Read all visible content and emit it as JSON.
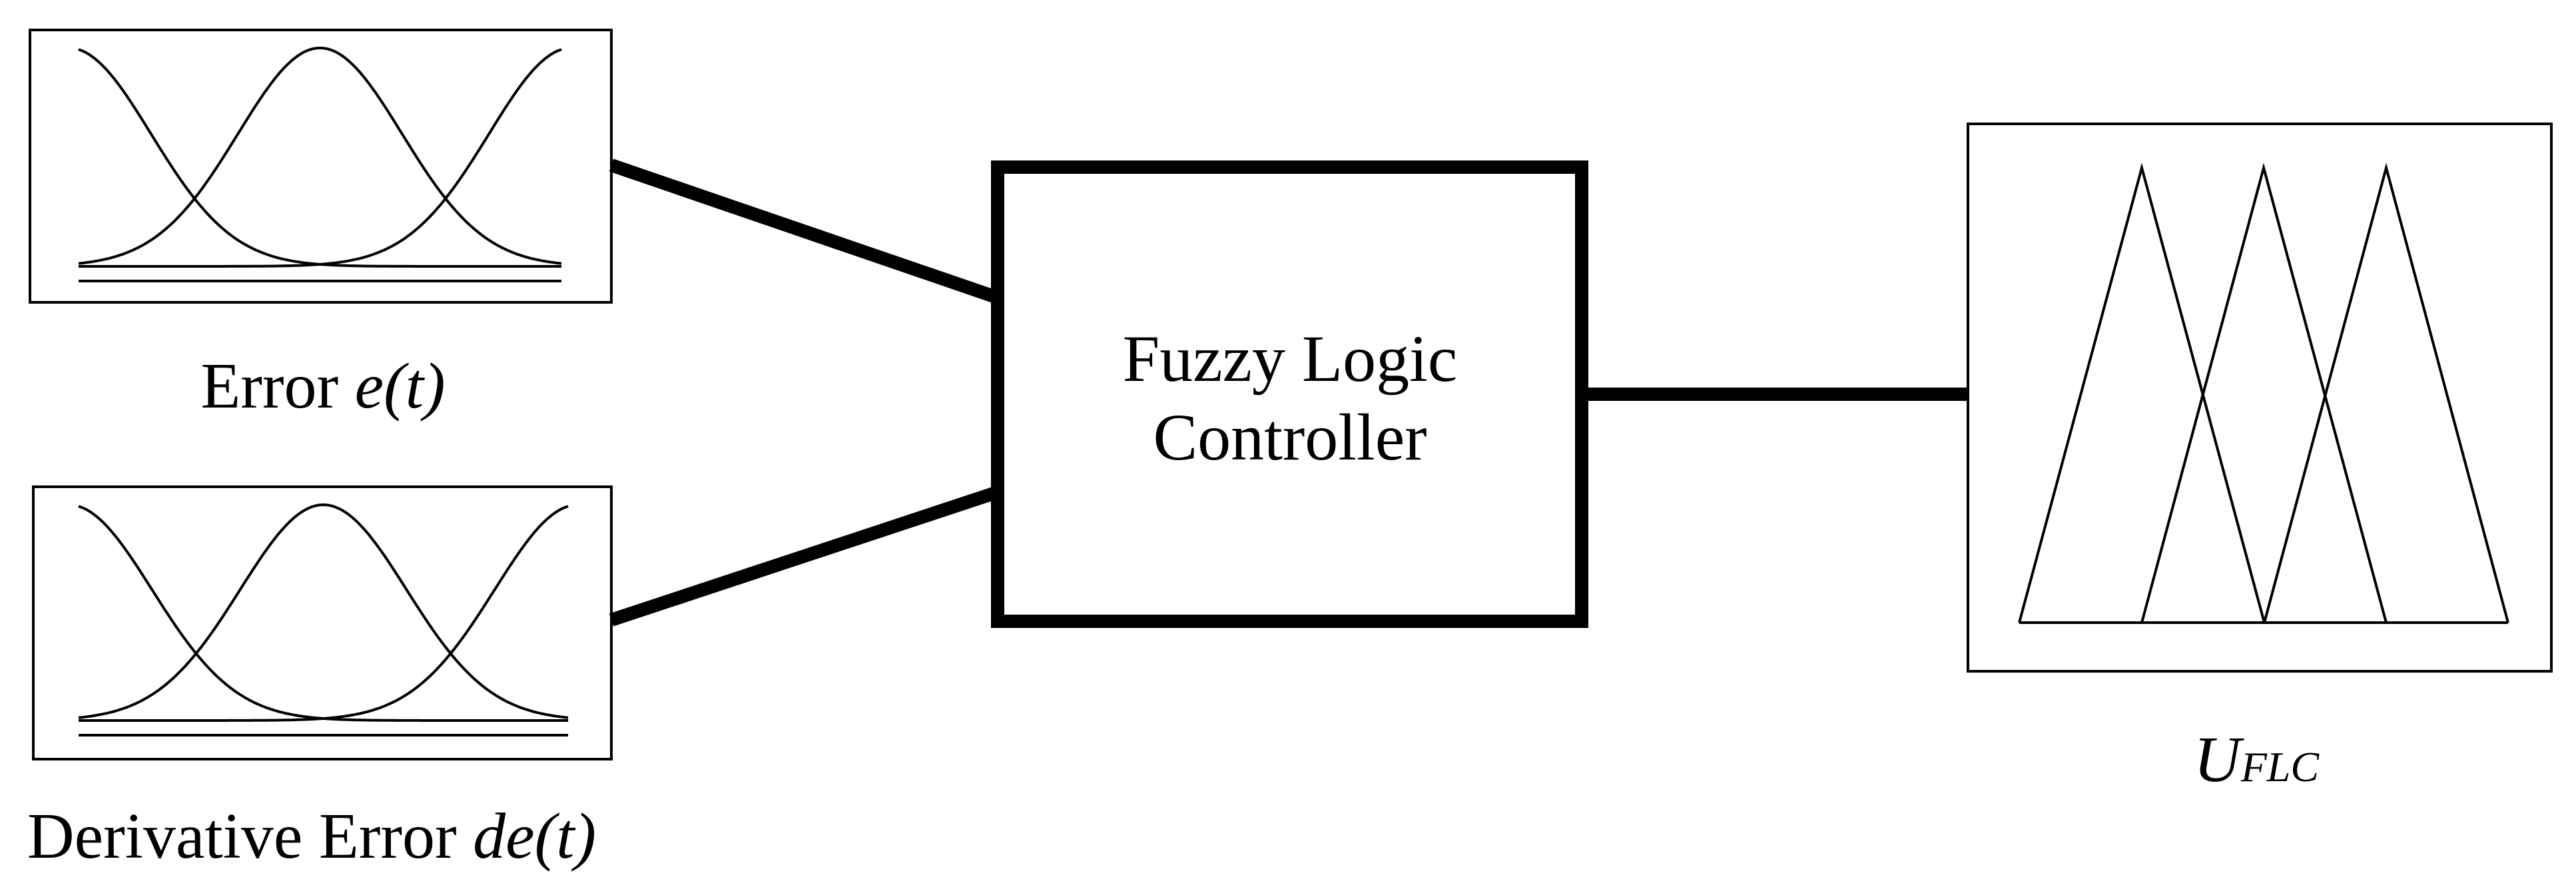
{
  "inputs": [
    {
      "label_plain": "Error ",
      "label_var": "e(t)"
    },
    {
      "label_plain": "Derivative Error ",
      "label_var": "de(t)"
    }
  ],
  "controller": {
    "line1": "Fuzzy Logic",
    "line2": "Controller"
  },
  "output": {
    "symbol": "U",
    "subscript": "FLC"
  },
  "colors": {
    "stroke": "#000000",
    "background": "#ffffff"
  }
}
